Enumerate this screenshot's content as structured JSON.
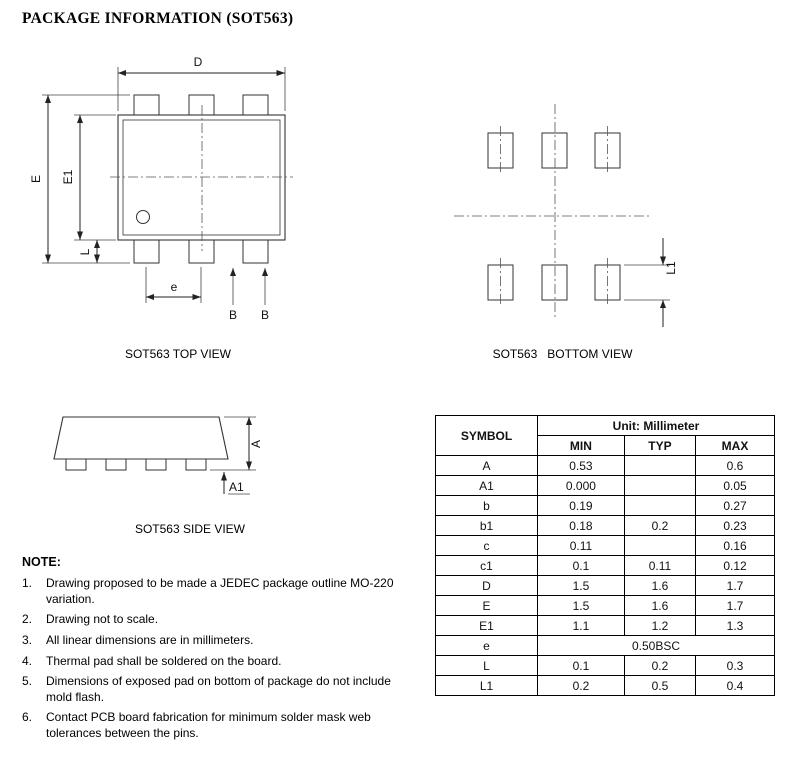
{
  "page": {
    "title": "PACKAGE INFORMATION (SOT563)"
  },
  "drawings": {
    "top_view": {
      "caption": "SOT563 TOP VIEW",
      "labels": {
        "d": "D",
        "e_outer": "E",
        "e1": "E1",
        "l": "L",
        "pitch": "e",
        "b_left": "B",
        "b_right": "B"
      }
    },
    "bottom_view": {
      "caption": "SOT563   BOTTOM VIEW",
      "labels": {
        "l1": "L1"
      }
    },
    "side_view": {
      "caption": "SOT563 SIDE VIEW",
      "labels": {
        "a": "A",
        "a1": "A1"
      }
    }
  },
  "table": {
    "header": {
      "symbol": "SYMBOL",
      "unit": "Unit: Millimeter",
      "min": "MIN",
      "typ": "TYP",
      "max": "MAX"
    },
    "rows": [
      {
        "symbol": "A",
        "min": "0.53",
        "typ": "",
        "max": "0.6"
      },
      {
        "symbol": "A1",
        "min": "0.000",
        "typ": "",
        "max": "0.05"
      },
      {
        "symbol": "b",
        "min": "0.19",
        "typ": "",
        "max": "0.27"
      },
      {
        "symbol": "b1",
        "min": "0.18",
        "typ": "0.2",
        "max": "0.23"
      },
      {
        "symbol": "c",
        "min": "0.11",
        "typ": "",
        "max": "0.16"
      },
      {
        "symbol": "c1",
        "min": "0.1",
        "typ": "0.11",
        "max": "0.12"
      },
      {
        "symbol": "D",
        "min": "1.5",
        "typ": "1.6",
        "max": "1.7"
      },
      {
        "symbol": "E",
        "min": "1.5",
        "typ": "1.6",
        "max": "1.7"
      },
      {
        "symbol": "E1",
        "min": "1.1",
        "typ": "1.2",
        "max": "1.3"
      },
      {
        "symbol": "e",
        "span": "0.50BSC"
      },
      {
        "symbol": "L",
        "min": "0.1",
        "typ": "0.2",
        "max": "0.3"
      },
      {
        "symbol": "L1",
        "min": "0.2",
        "typ": "0.5",
        "max": "0.4"
      }
    ]
  },
  "notes": {
    "heading": "NOTE:",
    "items": [
      {
        "num": "1.",
        "text": "Drawing proposed to be made a JEDEC package outline MO-220 variation."
      },
      {
        "num": "2.",
        "text": "Drawing not to scale."
      },
      {
        "num": "3.",
        "text": "All linear dimensions are in millimeters."
      },
      {
        "num": "4.",
        "text": "Thermal pad shall be soldered on the board."
      },
      {
        "num": "5.",
        "text": "Dimensions of exposed pad on bottom of package do not include mold flash."
      },
      {
        "num": "6.",
        "text": "Contact PCB board fabrication for minimum solder mask web tolerances between the pins."
      }
    ]
  }
}
